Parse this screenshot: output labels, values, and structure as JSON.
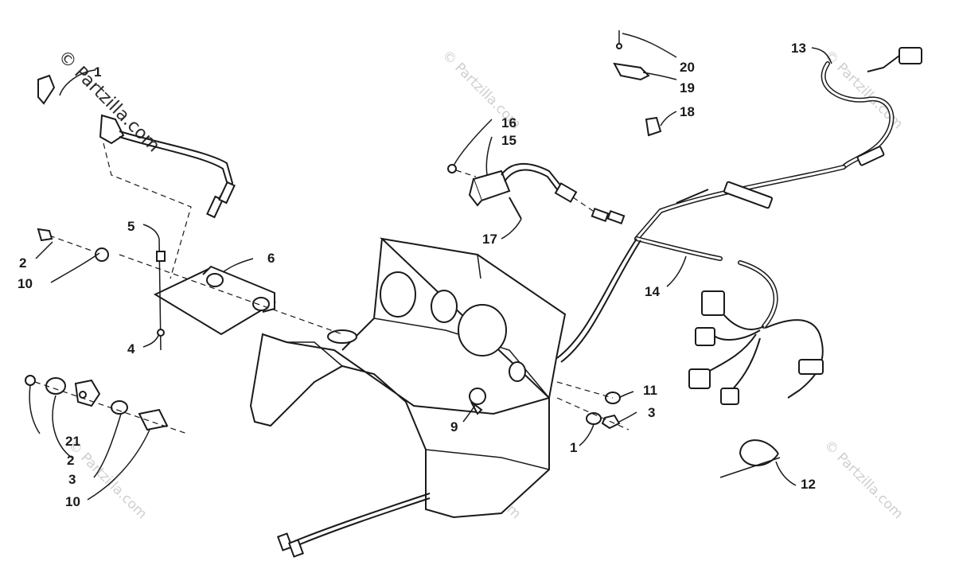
{
  "watermark": {
    "main": "© Partzilla.com",
    "faint": "© Partzilla.com"
  },
  "callouts": [
    {
      "id": "c1a",
      "text": "1"
    },
    {
      "id": "c1b",
      "text": "1"
    },
    {
      "id": "c2a",
      "text": "2"
    },
    {
      "id": "c2b",
      "text": "2"
    },
    {
      "id": "c3a",
      "text": "3"
    },
    {
      "id": "c3b",
      "text": "3"
    },
    {
      "id": "c4",
      "text": "4"
    },
    {
      "id": "c5",
      "text": "5"
    },
    {
      "id": "c6",
      "text": "6"
    },
    {
      "id": "c9",
      "text": "9"
    },
    {
      "id": "c10a",
      "text": "10"
    },
    {
      "id": "c10b",
      "text": "10"
    },
    {
      "id": "c11",
      "text": "11"
    },
    {
      "id": "c12",
      "text": "12"
    },
    {
      "id": "c13",
      "text": "13"
    },
    {
      "id": "c14",
      "text": "14"
    },
    {
      "id": "c15",
      "text": "15"
    },
    {
      "id": "c16",
      "text": "16"
    },
    {
      "id": "c17",
      "text": "17"
    },
    {
      "id": "c18",
      "text": "18"
    },
    {
      "id": "c19",
      "text": "19"
    },
    {
      "id": "c20",
      "text": "20"
    },
    {
      "id": "c21",
      "text": "21"
    }
  ]
}
